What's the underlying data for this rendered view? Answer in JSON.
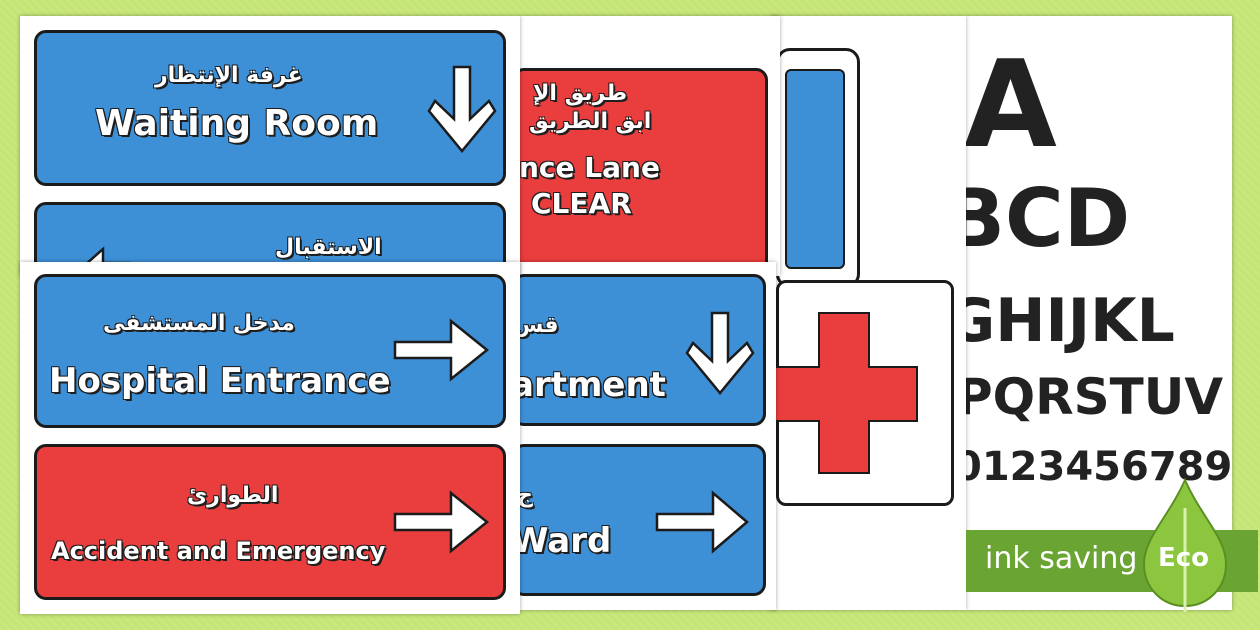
{
  "signs": {
    "waiting": {
      "ar": "غرفة الإنتظار",
      "en": "Waiting Room"
    },
    "reception": {
      "ar": "الاستقبال"
    },
    "ambulance": {
      "ar1": "طريق الإ",
      "ar2": "ابق الطريق",
      "en1": "nce Lane",
      "en2": "CLEAR"
    },
    "entrance": {
      "ar": "مدخل المستشفى",
      "en": "Hospital Entrance"
    },
    "department": {
      "ar": "قس",
      "en": "artment"
    },
    "emergency": {
      "ar": "الطوارئ",
      "en": "Accident and Emergency"
    },
    "ward": {
      "ar": "ج",
      "en": "Ward"
    }
  },
  "font_sheet": {
    "line1": "A",
    "line2": "BCD",
    "line3": "GHIJKL",
    "line4": "PQRSTUV",
    "line5": "0123456789"
  },
  "eco": {
    "banner": "ink saving",
    "badge": "Eco"
  },
  "colors": {
    "blue": "#3d8fd6",
    "red": "#ea3d3d",
    "eco_green": "#6aa534"
  }
}
